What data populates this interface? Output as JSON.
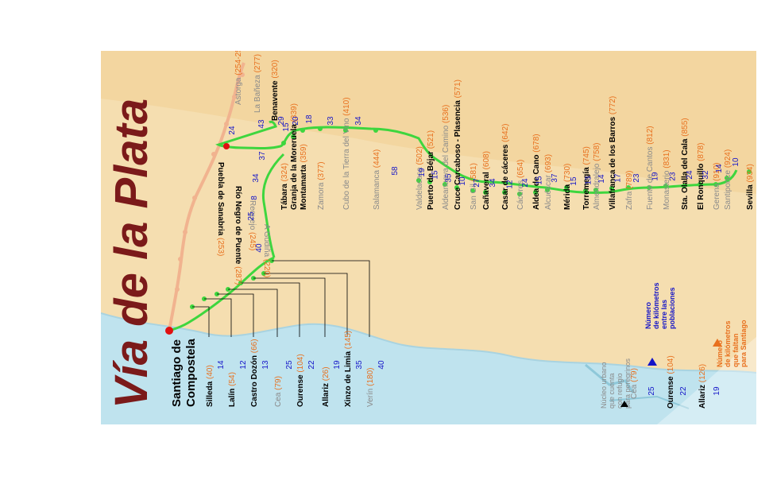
{
  "title": "Vía de la Plata",
  "colors": {
    "land": "#f5deb0",
    "sea": "#bfe3ee",
    "route": "#3ed63e",
    "alt_route": "#f1b38f",
    "distance": "#1414c8",
    "remaining": "#e8701e",
    "town": "#000000",
    "minor_town": "#8a8a8a"
  },
  "start": {
    "name_line1": "Santiago de",
    "name_line2": "Compostela"
  },
  "route_towns": [
    {
      "name": "Sevilla",
      "remaining": "934",
      "style": "town"
    },
    {
      "name": "Santiponce",
      "remaining": "924",
      "style": "minor"
    },
    {
      "name": "Gerena",
      "remaining": "910",
      "style": "minor"
    },
    {
      "name": "El Ronquillo",
      "remaining": "878",
      "style": "town"
    },
    {
      "name": "Sta. Olalla del Cala",
      "remaining": "855",
      "style": "town"
    },
    {
      "name": "Monasterio",
      "remaining": "831",
      "style": "minor"
    },
    {
      "name": "Fuente de Cantos",
      "remaining": "812",
      "style": "minor"
    },
    {
      "name": "Zafra",
      "remaining": "789",
      "style": "minor"
    },
    {
      "name": "Villafranca de los Barros",
      "remaining": "772",
      "style": "town"
    },
    {
      "name": "Almendralejo",
      "remaining": "758",
      "style": "minor"
    },
    {
      "name": "Torremegía",
      "remaining": "745",
      "style": "town"
    },
    {
      "name": "Mérida",
      "remaining": "730",
      "style": "town"
    },
    {
      "name": "Alcuéscar",
      "remaining": "693",
      "style": "minor"
    },
    {
      "name": "Aldea de Cano",
      "remaining": "678",
      "style": "town"
    },
    {
      "name": "Cáceres",
      "remaining": "654",
      "style": "minor"
    },
    {
      "name": "Casar de cáceres",
      "remaining": "642",
      "style": "town"
    },
    {
      "name": "Cañaveral",
      "remaining": "608",
      "style": "town"
    },
    {
      "name": "San Gil",
      "remaining": "581",
      "style": "minor"
    },
    {
      "name": "Cruce Carcaboso - Plasencia",
      "remaining": "571",
      "style": "town"
    },
    {
      "name": "Aldeanueva del Camino",
      "remaining": "536",
      "style": "minor"
    },
    {
      "name": "Puerto de Béjar",
      "remaining": "521",
      "style": "town"
    },
    {
      "name": "Valdelacasa",
      "remaining": "502",
      "style": "minor"
    },
    {
      "name": "Salamanca",
      "remaining": "444",
      "style": "minor"
    },
    {
      "name": "Cubo de la Tierra del Vino",
      "remaining": "410",
      "style": "minor"
    },
    {
      "name": "Zamora",
      "remaining": "377",
      "style": "minor"
    },
    {
      "name": "Montamarta",
      "remaining": "359",
      "style": "town"
    },
    {
      "name": "Granja de la Moreruela",
      "remaining": "339",
      "style": "town"
    },
    {
      "name": "Tábara",
      "remaining": "324",
      "style": "town"
    }
  ],
  "route_distances": [
    "10",
    "14",
    "32",
    "24",
    "23",
    "19",
    "23",
    "17",
    "14",
    "13",
    "15",
    "37",
    "15",
    "24",
    "12",
    "34",
    "27",
    "10",
    "35",
    "15",
    "19",
    "58",
    "34",
    "33",
    "18",
    "20",
    "15"
  ],
  "upper_right": [
    {
      "name": "Benavente",
      "remaining": "320",
      "style": "town"
    },
    {
      "name": "La Bañeza",
      "remaining": "277",
      "style": "minor"
    },
    {
      "name": "Astorga",
      "remaining": "254-252",
      "style": "minor"
    }
  ],
  "upper_distances": [
    "29",
    "43",
    "24"
  ],
  "upside_down_towns": [
    {
      "name": "Puebla de Sanabria",
      "remaining": "253",
      "style": "town"
    },
    {
      "name": "Río Negro de Puente",
      "remaining": "287",
      "style": "town"
    },
    {
      "name": "Requejo",
      "remaining": "245",
      "style": "minor"
    },
    {
      "name": "A Gudiña",
      "remaining": "220",
      "style": "minor"
    }
  ],
  "side_distances": [
    "37",
    "34",
    "8",
    "25",
    "40"
  ],
  "galicia_towns": [
    {
      "name": "Silleda",
      "remaining": "40",
      "style": "town"
    },
    {
      "name": "Lalín",
      "remaining": "54",
      "style": "town"
    },
    {
      "name": "Castro Dozón",
      "remaining": "66",
      "style": "town"
    },
    {
      "name": "Cea",
      "remaining": "79",
      "style": "minor"
    },
    {
      "name": "Ourense",
      "remaining": "104",
      "style": "town"
    },
    {
      "name": "Allariz",
      "remaining": "26",
      "style": "town"
    },
    {
      "name": "Xinzo de Limia",
      "remaining": "145",
      "style": "town"
    },
    {
      "name": "Verín",
      "remaining": "180",
      "style": "minor"
    }
  ],
  "galicia_distances": [
    "14",
    "12",
    "13",
    "25",
    "22",
    "19",
    "35",
    "40"
  ],
  "legend": {
    "urban_line1": "Núcleo urbano",
    "urban_line2": "que cuenta",
    "urban_line3": "con refugio",
    "urban_line4": "para peregrinos",
    "km_line1": "Número",
    "km_line2": "de kilómetros",
    "km_line3": "entre las",
    "km_line4": "poblaciones",
    "rem_line1": "Número",
    "rem_line2": "de kilómetros",
    "rem_line3": "que faltan",
    "rem_line4": "para Santiago",
    "ex_cea_name": "Cea",
    "ex_cea_rem": "79",
    "ex_ourense_name": "Ourense",
    "ex_ourense_rem": "104",
    "ex_allariz_name": "Allariz",
    "ex_allariz_rem": "126",
    "ex_d1": "25",
    "ex_d2": "22",
    "ex_d3": "19"
  }
}
